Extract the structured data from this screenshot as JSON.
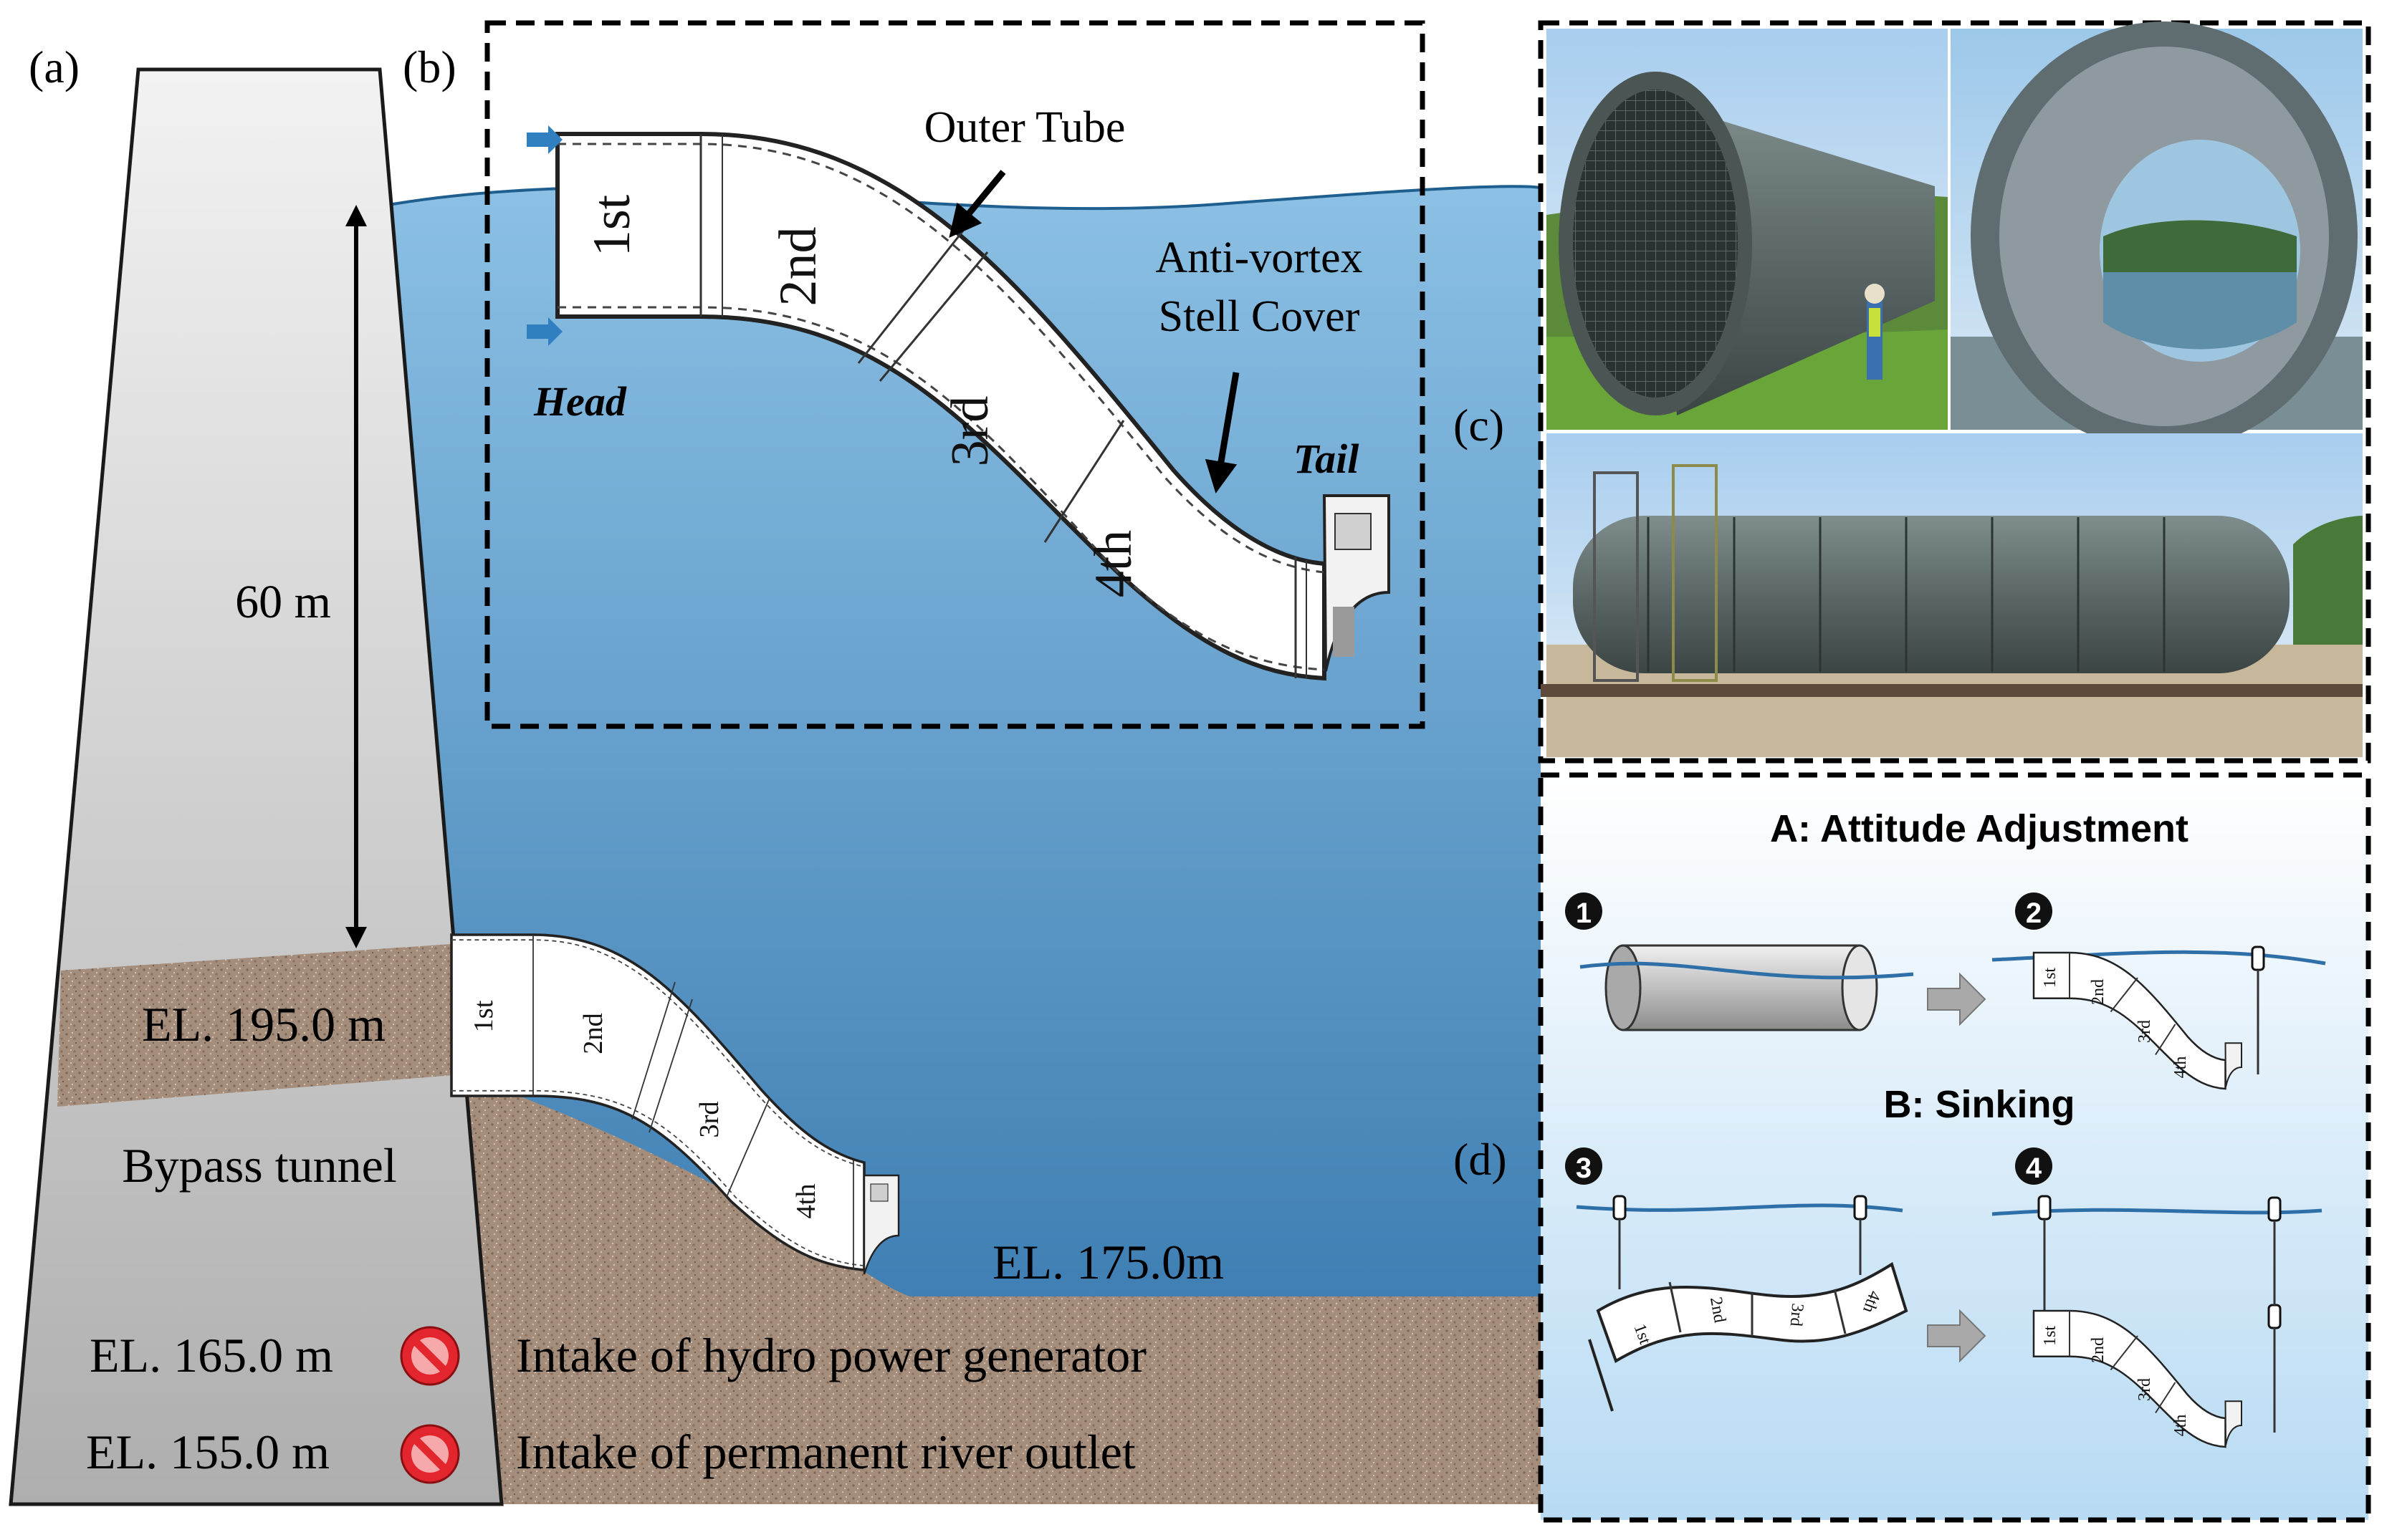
{
  "panels": {
    "a": "(a)",
    "b": "(b)",
    "c": "(c)",
    "d": "(d)"
  },
  "dam": {
    "depth_label": "60 m",
    "tunnel_elevation": "EL. 195.0 m",
    "tunnel_name": "Bypass tunnel",
    "outlet_elevation": "EL. 175.0m",
    "intakes": [
      {
        "elevation": "EL. 165.0 m",
        "description": "Intake of hydro power generator",
        "status_icon": "prohibited-icon"
      },
      {
        "elevation": "EL. 155.0 m",
        "description": "Intake of permanent river outlet",
        "status_icon": "prohibited-icon"
      }
    ]
  },
  "segments": [
    "1st",
    "2nd",
    "3rd",
    "4th"
  ],
  "detail": {
    "outer_tube": "Outer Tube",
    "anti_vortex_line1": "Anti-vortex",
    "anti_vortex_line2": "Stell Cover",
    "head": "Head",
    "tail": "Tail"
  },
  "procedure": {
    "stage_a": "A: Attitude Adjustment",
    "stage_b": "B: Sinking",
    "steps": [
      "1",
      "2",
      "3",
      "4"
    ]
  },
  "colors": {
    "water": "#6fa9d4",
    "water_deep": "#4f8fc2",
    "soil": "#a08878",
    "dam_light": "#ebebeb",
    "dam_dark": "#b9b9b9",
    "panel_d_bg": "#cfe6f6",
    "prohibited": "#e3262d"
  }
}
